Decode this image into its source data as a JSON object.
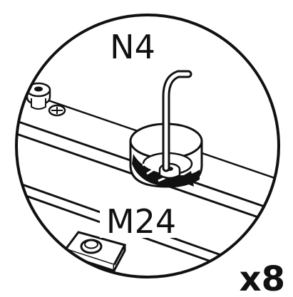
{
  "labels": {
    "part_top": "N4",
    "part_bottom": "M24",
    "quantity": "x8"
  },
  "colors": {
    "stroke": "#111111",
    "fill_light": "#f2f2f2",
    "fill_white": "#ffffff",
    "fill_dark": "#111111"
  }
}
